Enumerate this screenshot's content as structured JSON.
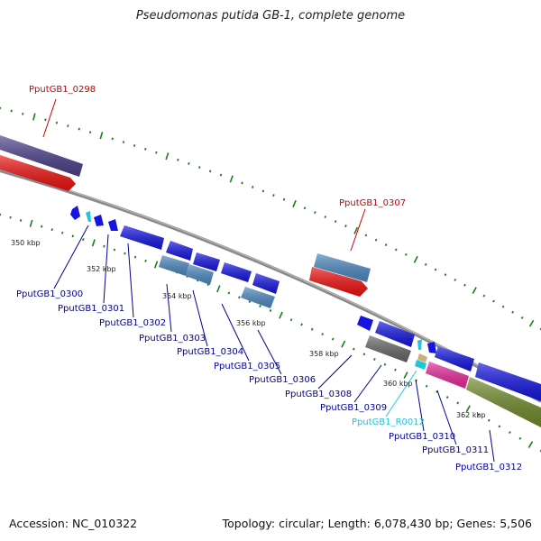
{
  "title": "Pseudomonas putida GB-1, complete genome",
  "footer": {
    "accession": "Accession: NC_010322",
    "topology": "Topology: circular; Length: 6,078,430 bp; Genes: 5,506"
  },
  "kbp_labels": [
    "350 kbp",
    "352 kbp",
    "354 kbp",
    "356 kbp",
    "358 kbp",
    "360 kbp",
    "362 kbp"
  ],
  "gene_labels": [
    {
      "text": "PputGB1_0298",
      "color": "#cc0000"
    },
    {
      "text": "PputGB1_0307",
      "color": "#cc0000"
    },
    {
      "text": "PputGB1_0300",
      "color": "#000099"
    },
    {
      "text": "PputGB1_0301",
      "color": "#000099"
    },
    {
      "text": "PputGB1_0302",
      "color": "#000099"
    },
    {
      "text": "PputGB1_0303",
      "color": "#000099"
    },
    {
      "text": "PputGB1_0304",
      "color": "#000099"
    },
    {
      "text": "PputGB1_0305",
      "color": "#000099"
    },
    {
      "text": "PputGB1_0306",
      "color": "#000099"
    },
    {
      "text": "PputGB1_0308",
      "color": "#000099"
    },
    {
      "text": "PputGB1_0309",
      "color": "#000099"
    },
    {
      "text": "PputGB1_R0012",
      "color": "#22c4dd"
    },
    {
      "text": "PputGB1_0310",
      "color": "#000099"
    },
    {
      "text": "PputGB1_0311",
      "color": "#000099"
    },
    {
      "text": "PputGB1_0312",
      "color": "#000099"
    }
  ],
  "colors": {
    "backbone": "#8a8a8a",
    "tick": "#1f7a1f",
    "cds": "#1515e0",
    "cds_alt": "#4d88c0",
    "red": "#ee1111",
    "purple": "#4a4088",
    "cyan": "#22c4dd",
    "gray": "#666666",
    "magenta": "#e62a9a",
    "olive": "#6f8a2a",
    "tan": "#c8b07a"
  }
}
